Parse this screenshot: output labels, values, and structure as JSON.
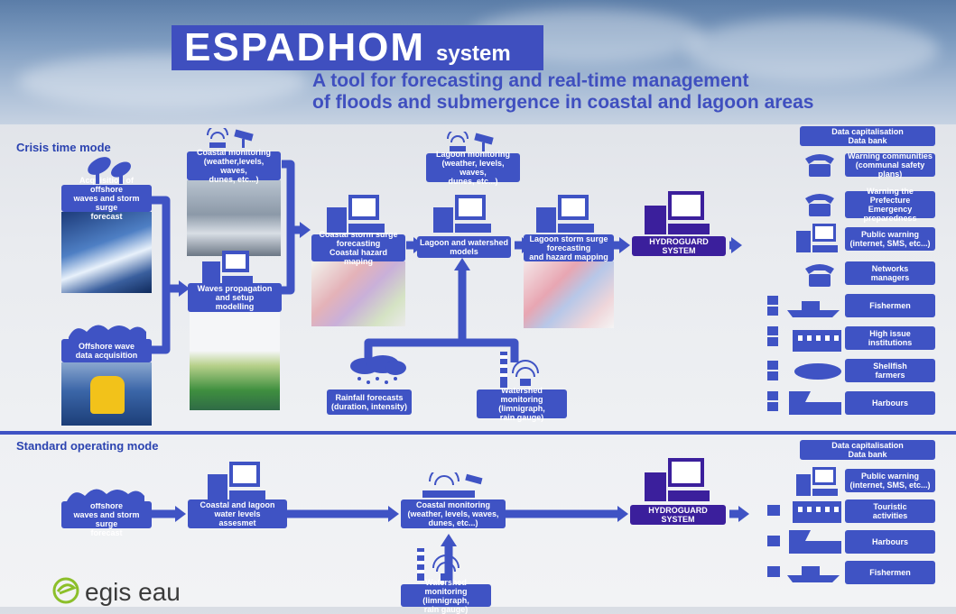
{
  "header": {
    "title": "ESPADHOM",
    "title_suffix": "system",
    "subtitle_line1": "A tool for forecasting and real-time management",
    "subtitle_line2": "of floods and submergence in coastal and lagoon areas"
  },
  "crisis": {
    "label": "Crisis time mode",
    "acquisition_offshore": "Acquisition of offshore\nwaves and storm surge\nforecast",
    "offshore_wave": "Offshore wave\ndata acquisition",
    "coastal_monitoring": "Coastal monitoring\n(weather,levels, waves,\ndunes, etc...)",
    "waves_propagation": "Waves propagation\nand setup\nmodelling",
    "coastal_storm": "Coastal storm surge\nforecasting\nCoastal hazard maping",
    "lagoon_monitoring": "Lagoon monitoring\n(weather, levels, waves,\ndunes, etc...)",
    "lagoon_models": "Lagoon and watershed\nmodels",
    "lagoon_storm": "Lagoon storm surge\nforecasting\nand hazard mapping",
    "hydroguard": "HYDROGUARD\nSYSTEM",
    "rainfall": "Rainfall forecasts\n(duration, intensity)",
    "watershed": "Watershed monitoring\n(limnigraph,\nrain gauge)",
    "outputs": [
      "Data capitalisation\nData bank",
      "Warning communities\n(communal safety plans)",
      "Warning the Prefecture\nEmergency\npreparedness",
      "Public warning\n(internet, SMS, etc...)",
      "Networks\nmanagers",
      "Fishermen",
      "High issue\ninstitutions",
      "Shellfish\nfarmers",
      "Harbours"
    ]
  },
  "standard": {
    "label": "Standard operating mode",
    "acquisition_offshore": "Acquisition of offshore\nwaves and storm surge\nforecast",
    "coastal_lagoon": "Coastal and lagoon\nwater levels\nassesmet",
    "coastal_monitoring": "Coastal monitoring\n(weather, levels, waves,\ndunes, etc...)",
    "hydroguard": "HYDROGUARD\nSYSTEM",
    "watershed": "Watershed monitoring\n(limnigraph,\nrain gauge)",
    "outputs": [
      "Data capitalisation\nData bank",
      "Public warning\n(internet, SMS, etc...)",
      "Touristic\nactivities",
      "Harbours",
      "Fishermen"
    ]
  },
  "logo": {
    "text": "egis eau"
  },
  "colors": {
    "accent": "#3f53c4",
    "dark_accent": "#3b1f9c"
  }
}
